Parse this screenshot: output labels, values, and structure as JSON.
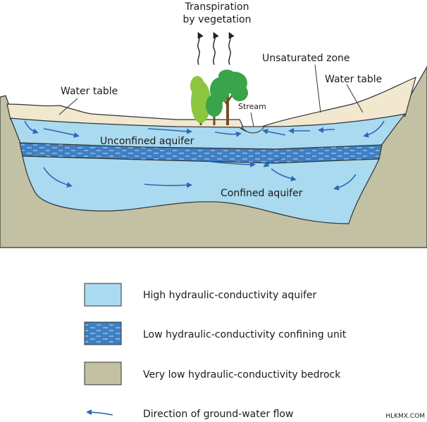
{
  "labels": {
    "transpiration_line1": "Transpiration",
    "transpiration_line2": "by vegetation",
    "unsaturated_zone": "Unsaturated zone",
    "water_table_left": "Water table",
    "water_table_right": "Water table",
    "stream": "Stream",
    "unconfined_aquifer": "Unconfined aquifer",
    "confined_aquifer": "Confined aquifer"
  },
  "legend": [
    {
      "label": "High hydraulic-conductivity aquifer",
      "swatch": "aquifer"
    },
    {
      "label": "Low hydraulic-conductivity confining unit",
      "swatch": "confining"
    },
    {
      "label": "Very low hydraulic-conductivity bedrock",
      "swatch": "bedrock"
    },
    {
      "label": "Direction of ground-water flow",
      "swatch": "arrow"
    }
  ],
  "watermark": "HLKMX.COM",
  "colors": {
    "aquifer": "#a9daf0",
    "confining": "#3f7fc3",
    "bedrock": "#c3c1a3",
    "soil": "#f1e8cf",
    "arrow": "#2f66b8",
    "outline": "#333333",
    "tree_light": "#8cc63f",
    "tree_dark": "#3aa44a",
    "trunk": "#7a4a25"
  }
}
